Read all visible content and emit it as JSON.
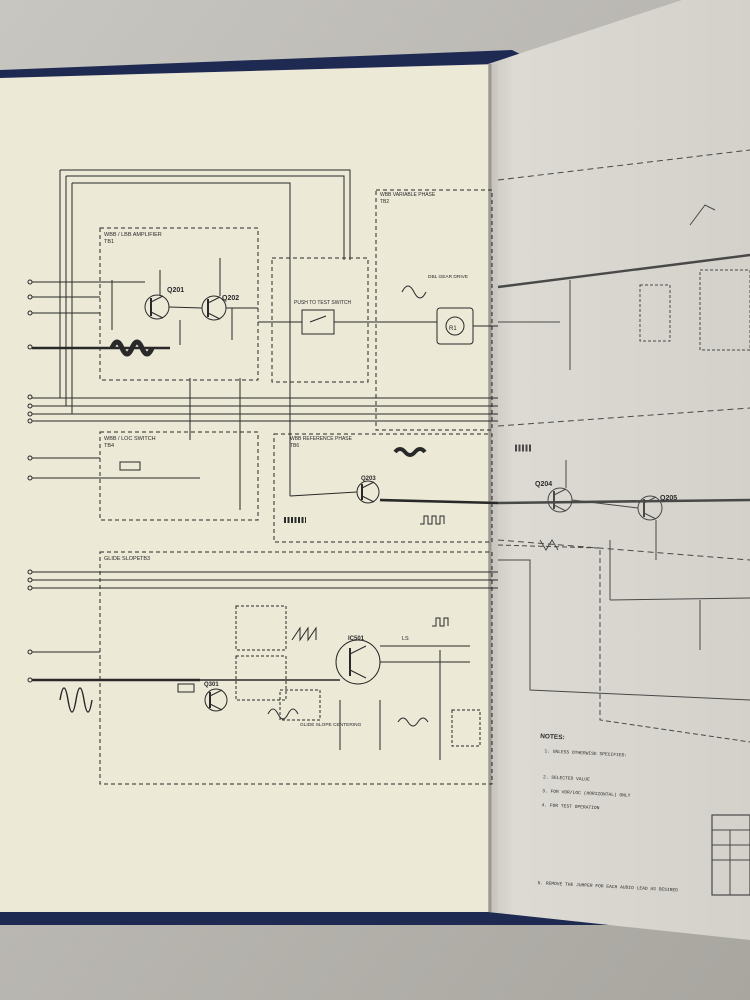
{
  "photo": {
    "colors": {
      "background": "#b9b6b0",
      "binder": "#1f2a52",
      "left_page": "#f2efdd",
      "right_page": "#d8d6cf",
      "ink": "#2b2b2b"
    }
  },
  "schematic": {
    "left_page": {
      "blocks": [
        {
          "id": "block-wbb-amplifier",
          "title": "WBB / LBB AMPLIFIER",
          "ref": "TB1"
        },
        {
          "id": "block-push-test",
          "title": "PUSH TO TEST SWITCH",
          "ref": ""
        },
        {
          "id": "block-variable-phase",
          "title": "WBB VARIABLE PHASE",
          "ref": "TB2"
        },
        {
          "id": "block-wbb-switch",
          "title": "WBB / LOC SWITCH",
          "ref": "TB4"
        },
        {
          "id": "block-reference-phase",
          "title": "WBB REFERENCE PHASE",
          "ref": "TB6"
        },
        {
          "id": "block-glide-slope",
          "title": "GLIDE SLOPE",
          "ref": "TB3"
        }
      ],
      "components": [
        "Q201",
        "Q202",
        "Q203",
        "Q301",
        "IC501",
        "R1",
        "LS"
      ],
      "annotations": [
        "DBL GEAR DRIVE",
        "GLIDE SLOPE CENTERING"
      ]
    },
    "right_page": {
      "components": [
        "Q204",
        "Q205"
      ],
      "notes_title": "NOTES:",
      "notes": [
        "1. UNLESS OTHERWISE SPECIFIED:",
        "2. SELECTED VALUE",
        "3. FOR VOR/LOC (HORIZONTAL) ONLY",
        "4. FOR TEST OPERATION",
        "5. REMOVE THE JUMPER FOR EACH AUDIO LEAD AS DESIRED"
      ]
    }
  }
}
